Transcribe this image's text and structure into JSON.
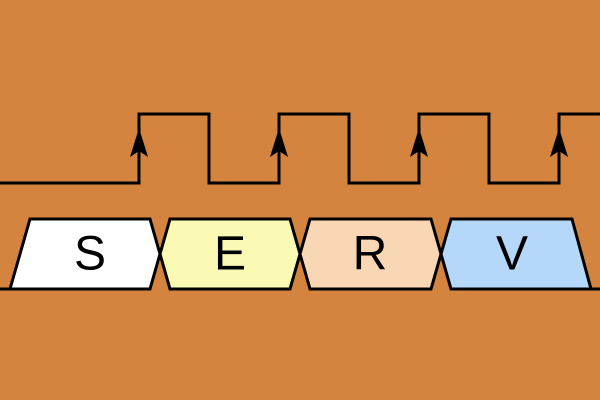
{
  "background_color": "#D4843E",
  "stages": [
    {
      "label": "S",
      "color": "#FFFFFF"
    },
    {
      "label": "E",
      "color": "#FAFAB4"
    },
    {
      "label": "R",
      "color": "#FAD7B4"
    },
    {
      "label": "V",
      "color": "#B4D7FA"
    }
  ],
  "clock": {
    "rising_edges": 4
  }
}
